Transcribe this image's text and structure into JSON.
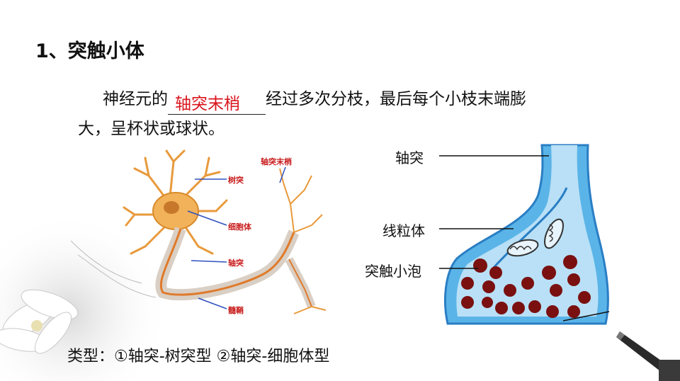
{
  "title": "1、突触小体",
  "paragraph": {
    "prefix": "神经元的",
    "answer": "轴突末梢",
    "suffix": "经过多次分枝，最后每个小枝末端膨",
    "line2": "大，呈杯状或球状。"
  },
  "neuron_diagram": {
    "labels": {
      "dendrite": "树突",
      "cell_body": "细胞体",
      "axon": "轴突",
      "myelin": "髓鞘",
      "axon_terminal": "轴突末梢"
    }
  },
  "synapse_diagram": {
    "labels": {
      "axon": "轴突",
      "mitochondria": "线粒体",
      "vesicles": "突触小泡"
    }
  },
  "types_line": "类型：①轴突-树突型 ②轴突-细胞体型",
  "colors": {
    "answer": "#d9141c",
    "synapse_fill": "#5ab4e8",
    "vesicle": "#7a1010"
  }
}
